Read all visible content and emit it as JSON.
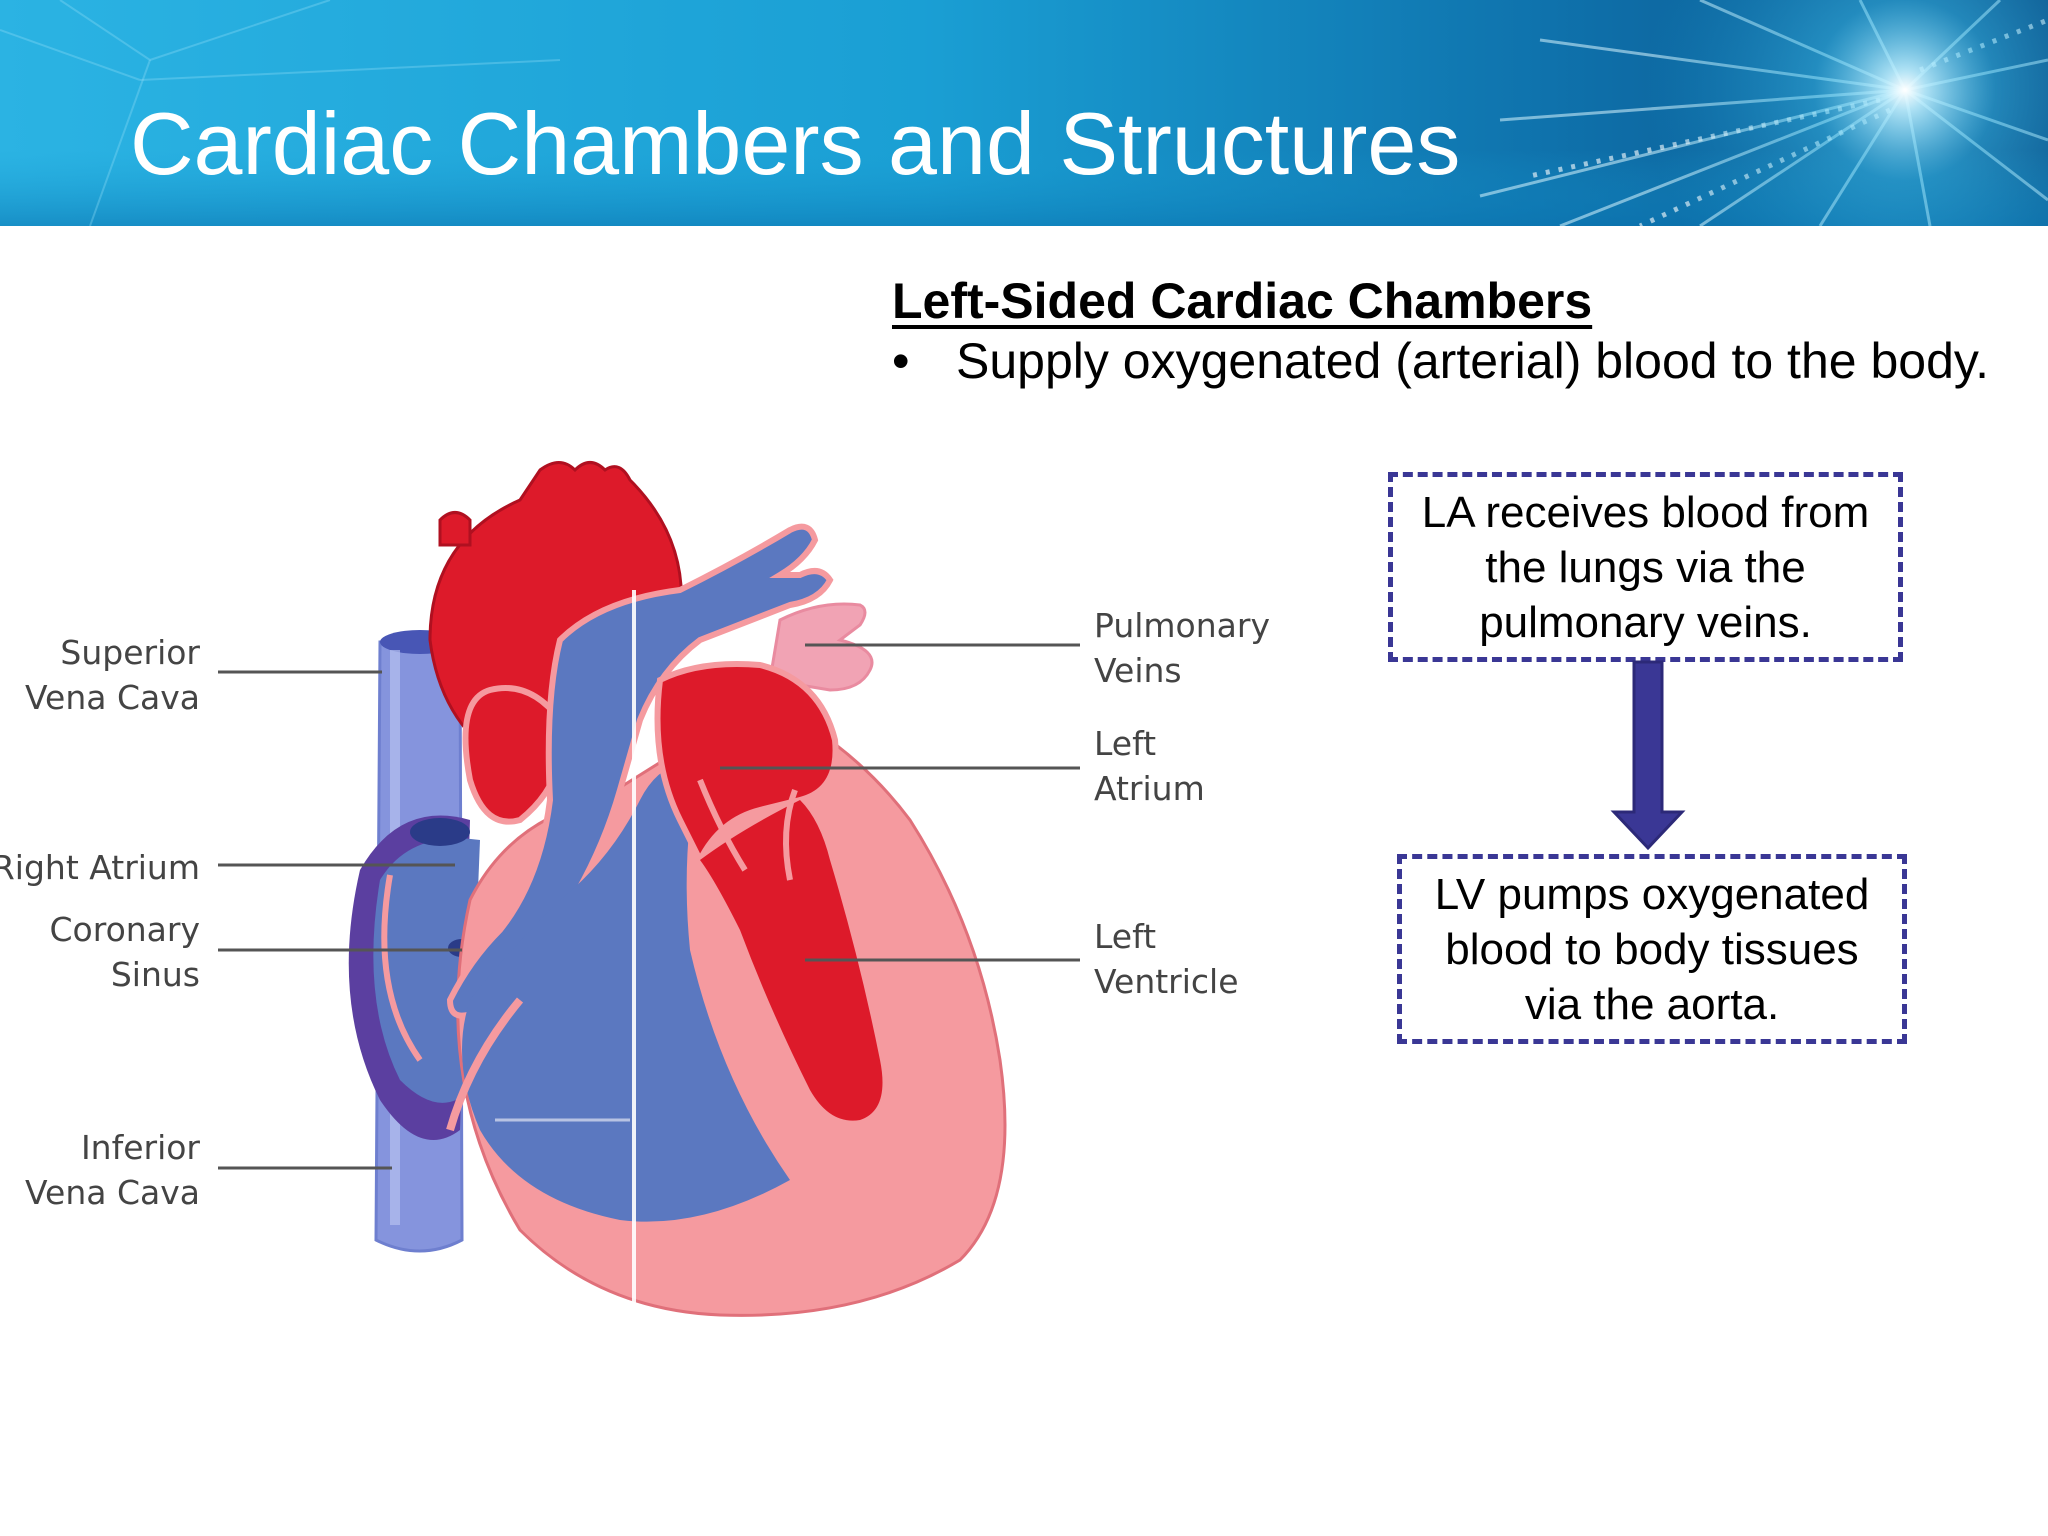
{
  "slide": {
    "title": "Cardiac Chambers and Structures"
  },
  "content": {
    "heading": "Left-Sided Cardiac Chambers",
    "bullet_symbol": "•",
    "bullets": [
      "Supply oxygenated (arterial) blood to the body."
    ]
  },
  "diagram": {
    "labels": {
      "superior_vena_cava": [
        "Superior",
        "Vena Cava"
      ],
      "right_atrium": [
        "Right Atrium"
      ],
      "coronary_sinus": [
        "Coronary",
        "Sinus"
      ],
      "inferior_vena_cava": [
        "Inferior",
        "Vena Cava"
      ],
      "pulmonary_veins": [
        "Pulmonary",
        "Veins"
      ],
      "left_atrium": [
        "Left",
        "Atrium"
      ],
      "left_ventricle": [
        "Left",
        "Ventricle"
      ]
    }
  },
  "flow": {
    "box_1": [
      "LA receives blood from",
      "the lungs via the",
      "pulmonary veins."
    ],
    "box_2": [
      "LV pumps oxygenated",
      "blood to body tissues",
      "via the aorta."
    ]
  },
  "colors": {
    "header_blue": "#1a9fd4",
    "header_dark": "#0b5f96",
    "flow_border": "#3a3795",
    "arrow": "#3a3795",
    "oxygenated_red": "#dd1a2a",
    "deoxygenated_blue": "#5b78c0",
    "myocardium_pink": "#f59a9f"
  }
}
